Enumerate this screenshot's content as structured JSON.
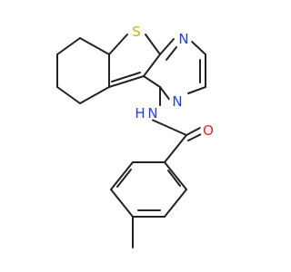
{
  "molecule": {
    "atoms": {
      "sulfur": {
        "label": "S",
        "color": "#c8b400"
      },
      "n_pyrimidine_upper": {
        "label": "N",
        "color": "#1f3cff"
      },
      "n_pyrimidine_lower": {
        "label": "N",
        "color": "#1f3cff"
      },
      "amide_nh": {
        "label": "H",
        "nitrogen_label": "N",
        "color": "#1f3cff"
      },
      "carbonyl_oxygen": {
        "label": "O",
        "color": "#ff1a1a"
      }
    },
    "bond_color": "#222222"
  }
}
